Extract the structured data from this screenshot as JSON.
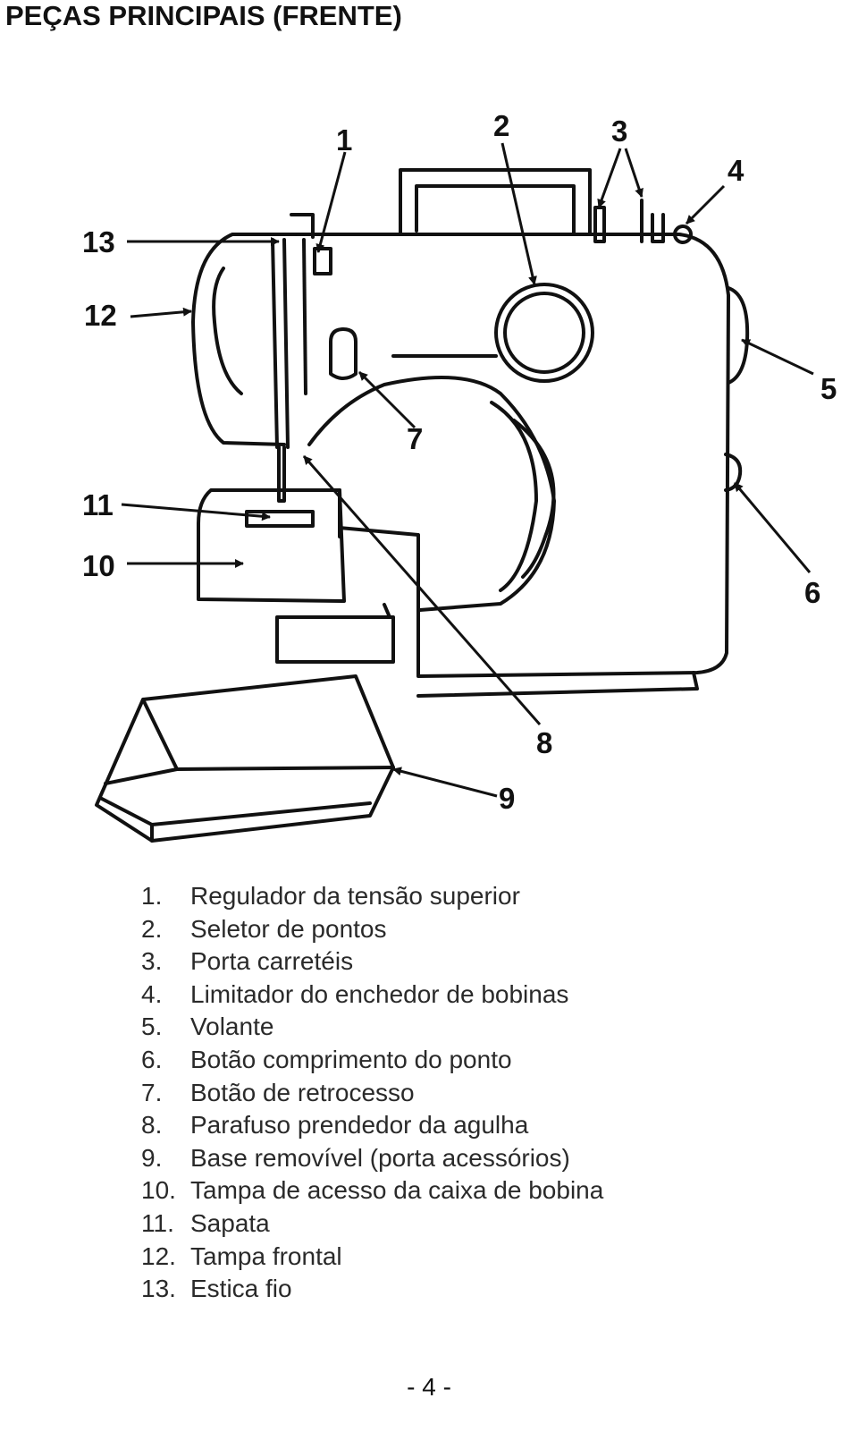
{
  "page": {
    "title": "PEÇAS PRINCIPAIS (FRENTE)",
    "page_number": "- 4 -"
  },
  "diagram": {
    "callouts": [
      "1",
      "2",
      "3",
      "4",
      "5",
      "6",
      "7",
      "8",
      "9",
      "10",
      "11",
      "12",
      "13"
    ]
  },
  "parts": [
    {
      "num": "1.",
      "label": "Regulador da tensão superior"
    },
    {
      "num": "2.",
      "label": "Seletor de pontos"
    },
    {
      "num": "3.",
      "label": "Porta carretéis"
    },
    {
      "num": "4.",
      "label": "Limitador do enchedor de bobinas"
    },
    {
      "num": "5.",
      "label": "Volante"
    },
    {
      "num": "6.",
      "label": "Botão comprimento do ponto"
    },
    {
      "num": "7.",
      "label": "Botão de retrocesso"
    },
    {
      "num": "8.",
      "label": "Parafuso prendedor da agulha"
    },
    {
      "num": "9.",
      "label": "Base removível (porta acessórios)"
    },
    {
      "num": "10.",
      "label": "Tampa de acesso da caixa de bobina"
    },
    {
      "num": "11.",
      "label": "Sapata"
    },
    {
      "num": "12.",
      "label": "Tampa frontal"
    },
    {
      "num": "13.",
      "label": "Estica fio"
    }
  ]
}
